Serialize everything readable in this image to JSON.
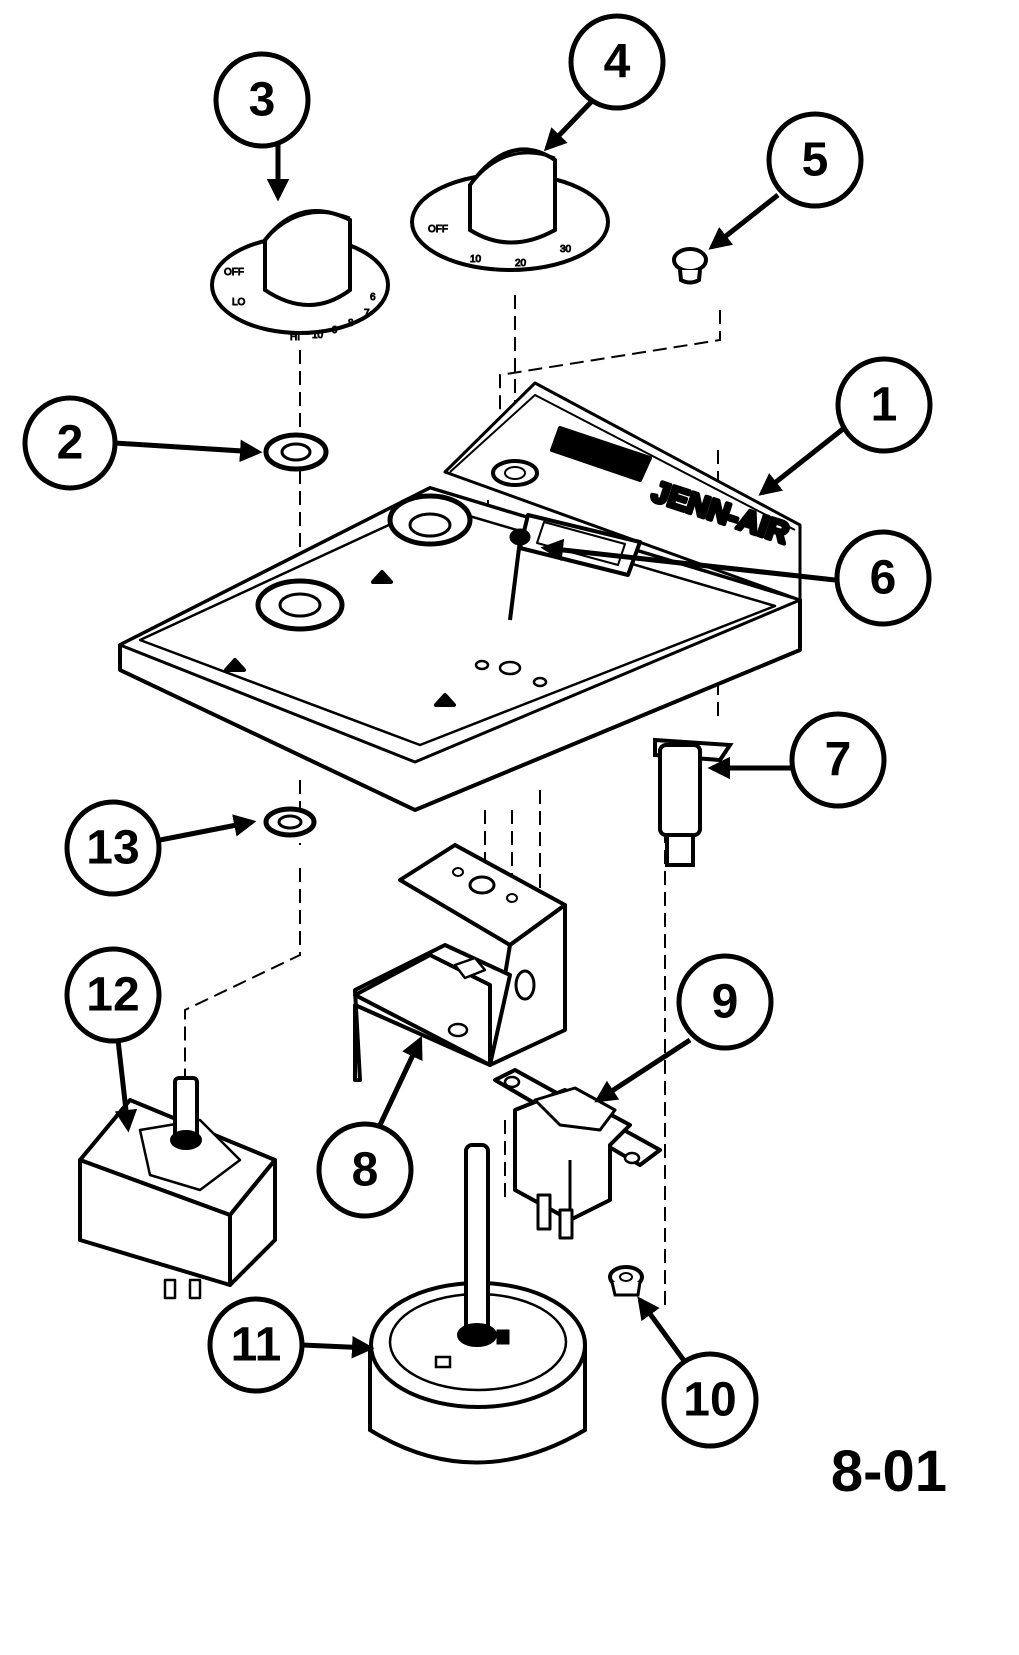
{
  "figure_number": "8-01",
  "brand_text": "JENN-AIR",
  "dial_small": {
    "marks": [
      "OFF",
      "HI",
      "10",
      "9",
      "8",
      "7",
      "6",
      "LO"
    ]
  },
  "dial_large": {
    "marks": [
      "OFF",
      "10",
      "20",
      "30"
    ]
  },
  "callouts": [
    "1",
    "2",
    "3",
    "4",
    "5",
    "6",
    "7",
    "8",
    "9",
    "10",
    "11",
    "12",
    "13"
  ]
}
